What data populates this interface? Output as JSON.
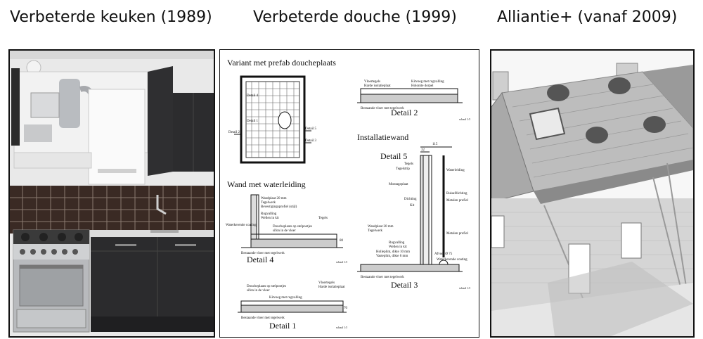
{
  "captions": {
    "kitchen": "Verbeterde keuken (1989)",
    "shower": "Verbeterde douche (1999)",
    "alliance": "Alliantie+ (vanaf 2009)"
  },
  "drawing": {
    "section_prefab": "Variant met prefab doucheplaats",
    "section_wall": "Wand met waterleiding",
    "section_install": "Installatiewand",
    "detail1": "Detail 1",
    "detail2": "Detail 2",
    "detail3": "Detail 3",
    "detail4": "Detail 4",
    "detail5": "Detail 5",
    "plan_detail4": "Detail 4",
    "plan_detail1": "Detail 1",
    "plan_detail2": "Detail 2",
    "plan_detail5": "Detail 5",
    "plan_detail3": "Detail 3",
    "vloertegels": "Vloertegels",
    "harde_isolatieplaat": "Harde isolatieplaat",
    "kitvoeg_rugvalling": "Kitvoeg met rugvalling",
    "holonite_dorpel": "Holonite dorpel",
    "bestaande_vloer": "Bestaande vloer met tegelwerk",
    "wandplaat": "Wandplaat 20 mm",
    "tegelwerk": "Tegelwerk",
    "bevestiging": "Bevestigingsprofiel (stijl)",
    "rugvalling": "Rugvalling",
    "wellen": "Wellen in kit",
    "waterkerende": "Waterkerende coating",
    "doucheplaats_stelpootjes": "Doucheplaats op stelpootjes",
    "sifon": "sifon in de vloer",
    "tegels": "Tegels",
    "dim_80": "80",
    "dim_70": "70",
    "dim_115": "115",
    "dim_32": "32",
    "tegelstrip": "Tegelstrip",
    "waterleiding": "Waterleiding",
    "montageplaat": "Montageplaat",
    "buisafdichting": "Buisafdichting",
    "dichting": "Dichting",
    "kit": "Kit",
    "metalen_profiel": "Metalen profiel",
    "holleplint": "Holleplint, dikte 10 mm",
    "vasteplint": "Vasteplint, dikte 6 mm",
    "afvoer": "Afvoer Ø 75",
    "waterkerende2": "Waterkerende coating",
    "scale": "schaal 1:5"
  }
}
